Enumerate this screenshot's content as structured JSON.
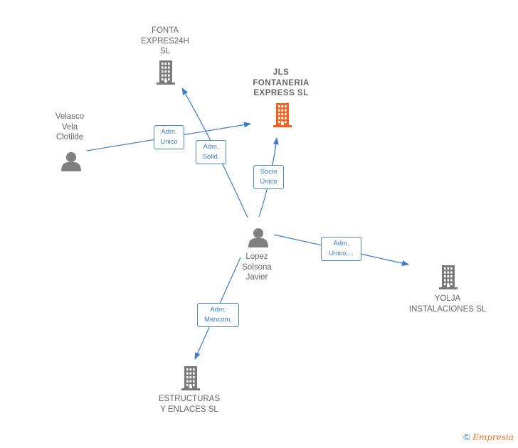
{
  "colors": {
    "edge": "#3a7bc8",
    "company": "#7a7a7a",
    "focus_company": "#f26322",
    "person": "#808080"
  },
  "nodes": [
    {
      "id": "fonta",
      "type": "company",
      "label": "FONTA\nEXPRES24H\nSL",
      "icon": "building-icon"
    },
    {
      "id": "jls",
      "type": "company",
      "focus": true,
      "label": "JLS\nFONTANERIA\nEXPRESS  SL",
      "icon": "building-icon"
    },
    {
      "id": "velasco",
      "type": "person",
      "label": "Velasco\nVela\nClotilde",
      "icon": "person-icon"
    },
    {
      "id": "lopez",
      "type": "person",
      "label": "Lopez\nSolsona\nJavier",
      "icon": "person-icon"
    },
    {
      "id": "yolja",
      "type": "company",
      "label": "YOLJA\nINSTALACIONES SL",
      "icon": "building-icon"
    },
    {
      "id": "estructuras",
      "type": "company",
      "label": "ESTRUCTURAS\nY ENLACES SL",
      "icon": "building-icon"
    }
  ],
  "edges": [
    {
      "from": "velasco",
      "to": "jls",
      "label": "Adm.\nUnico"
    },
    {
      "from": "lopez",
      "to": "fonta",
      "label": "Adm.\nSolid."
    },
    {
      "from": "lopez",
      "to": "jls",
      "label": "Socio\nÚnico"
    },
    {
      "from": "lopez",
      "to": "yolja",
      "label": "Adm.\nUnico,..."
    },
    {
      "from": "lopez",
      "to": "estructuras",
      "label": "Adm.\nMancom."
    }
  ],
  "footer": {
    "copyright": "©",
    "brand": "Empresia"
  }
}
